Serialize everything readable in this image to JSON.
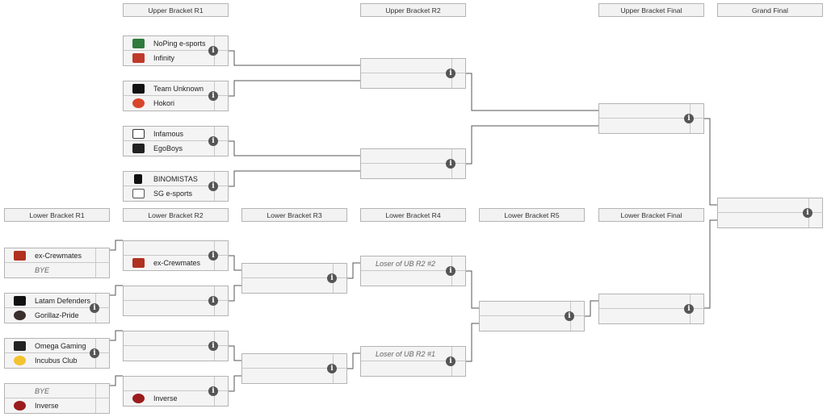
{
  "headers": {
    "ub_r1": "Upper Bracket R1",
    "ub_r2": "Upper Bracket R2",
    "ub_final": "Upper Bracket Final",
    "grand_final": "Grand Final",
    "lb_r1": "Lower Bracket R1",
    "lb_r2": "Lower Bracket R2",
    "lb_r3": "Lower Bracket R3",
    "lb_r4": "Lower Bracket R4",
    "lb_r5": "Lower Bracket R5",
    "lb_final": "Lower Bracket Final"
  },
  "teams": {
    "noping": "NoPing e-sports",
    "infinity": "Infinity",
    "team_unknown": "Team Unknown",
    "hokori": "Hokori",
    "infamous": "Infamous",
    "egoboys": "EgoBoys",
    "binomistas": "BINOMISTAS",
    "sg_esports": "SG e-sports",
    "ex_crewmates": "ex-Crewmates",
    "latam_defenders": "Latam Defenders",
    "gorillaz_pride": "Gorillaz-Pride",
    "omega_gaming": "Omega Gaming",
    "incubus_club": "Incubus Club",
    "inverse": "Inverse"
  },
  "placeholders": {
    "bye": "BYE",
    "loser_ub_r2_2": "Loser of UB R2 #2",
    "loser_ub_r2_1": "Loser of UB R2 #1"
  },
  "info_glyph": "i",
  "icons": {
    "noping": "noping-logo-icon",
    "infinity": "infinity-logo-icon",
    "team_unknown": "unknown-logo-icon",
    "hokori": "hokori-logo-icon",
    "infamous": "infamous-logo-icon",
    "egoboys": "egoboys-logo-icon",
    "binomistas": "binomistas-logo-icon",
    "sg_esports": "sg-logo-icon",
    "ex_crewmates": "dota-logo-icon",
    "latam_defenders": "latam-logo-icon",
    "gorillaz_pride": "gorillaz-logo-icon",
    "omega_gaming": "omega-logo-icon",
    "incubus_club": "incubus-logo-icon",
    "inverse": "inverse-logo-icon"
  },
  "colors": {
    "border": "#b4b4b4",
    "header_bg": "#f2f2f2",
    "match_bg": "#f4f4f4",
    "connector": "#555555",
    "info_bg": "#555555"
  }
}
